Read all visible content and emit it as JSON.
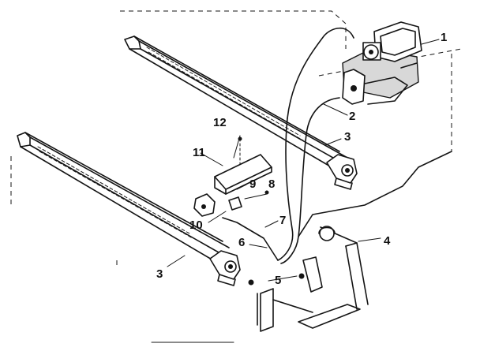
{
  "callouts": [
    {
      "id": "callout-1",
      "text": "1"
    },
    {
      "id": "callout-2",
      "text": "2"
    },
    {
      "id": "callout-3-upper",
      "text": "3"
    },
    {
      "id": "callout-3-lower",
      "text": "3"
    },
    {
      "id": "callout-4",
      "text": "4"
    },
    {
      "id": "callout-5",
      "text": "5"
    },
    {
      "id": "callout-6",
      "text": "6"
    },
    {
      "id": "callout-7",
      "text": "7"
    },
    {
      "id": "callout-8",
      "text": "8"
    },
    {
      "id": "callout-9",
      "text": "9"
    },
    {
      "id": "callout-10",
      "text": "10"
    },
    {
      "id": "callout-11",
      "text": "11"
    },
    {
      "id": "callout-12",
      "text": "12"
    }
  ],
  "colors": {
    "ink": "#141414",
    "background": "#ffffff"
  }
}
